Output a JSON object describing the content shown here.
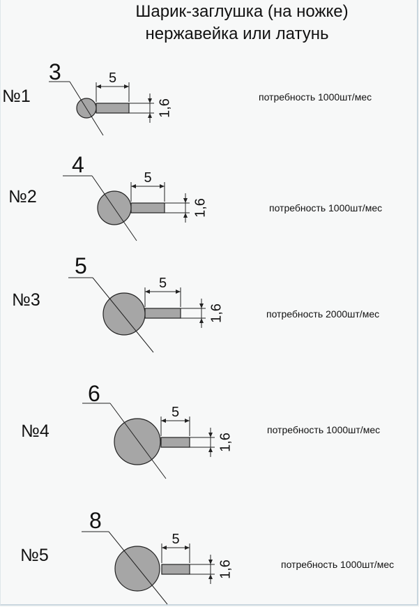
{
  "title": {
    "line1": "Шарик-заглушка (на ножке)",
    "line2": "нержавейка или латунь"
  },
  "items": [
    {
      "number": "№1",
      "ball_diameter": "3",
      "length": "5",
      "stem_diameter": "1,6",
      "demand": "потребность 1000шт/мес"
    },
    {
      "number": "№2",
      "ball_diameter": "4",
      "length": "5",
      "stem_diameter": "1,6",
      "demand": "потребность 1000шт/мес"
    },
    {
      "number": "№3",
      "ball_diameter": "5",
      "length": "5",
      "stem_diameter": "1,6",
      "demand": "потребность 2000шт/мес"
    },
    {
      "number": "№4",
      "ball_diameter": "6",
      "length": "5",
      "stem_diameter": "1,6",
      "demand": "потребность 1000шт/мес"
    },
    {
      "number": "№5",
      "ball_diameter": "8",
      "length": "5",
      "stem_diameter": "1,6",
      "demand": "потребность 1000шт/мес"
    }
  ],
  "colors": {
    "part_fill": "#a6a6a6",
    "line": "#222222"
  }
}
